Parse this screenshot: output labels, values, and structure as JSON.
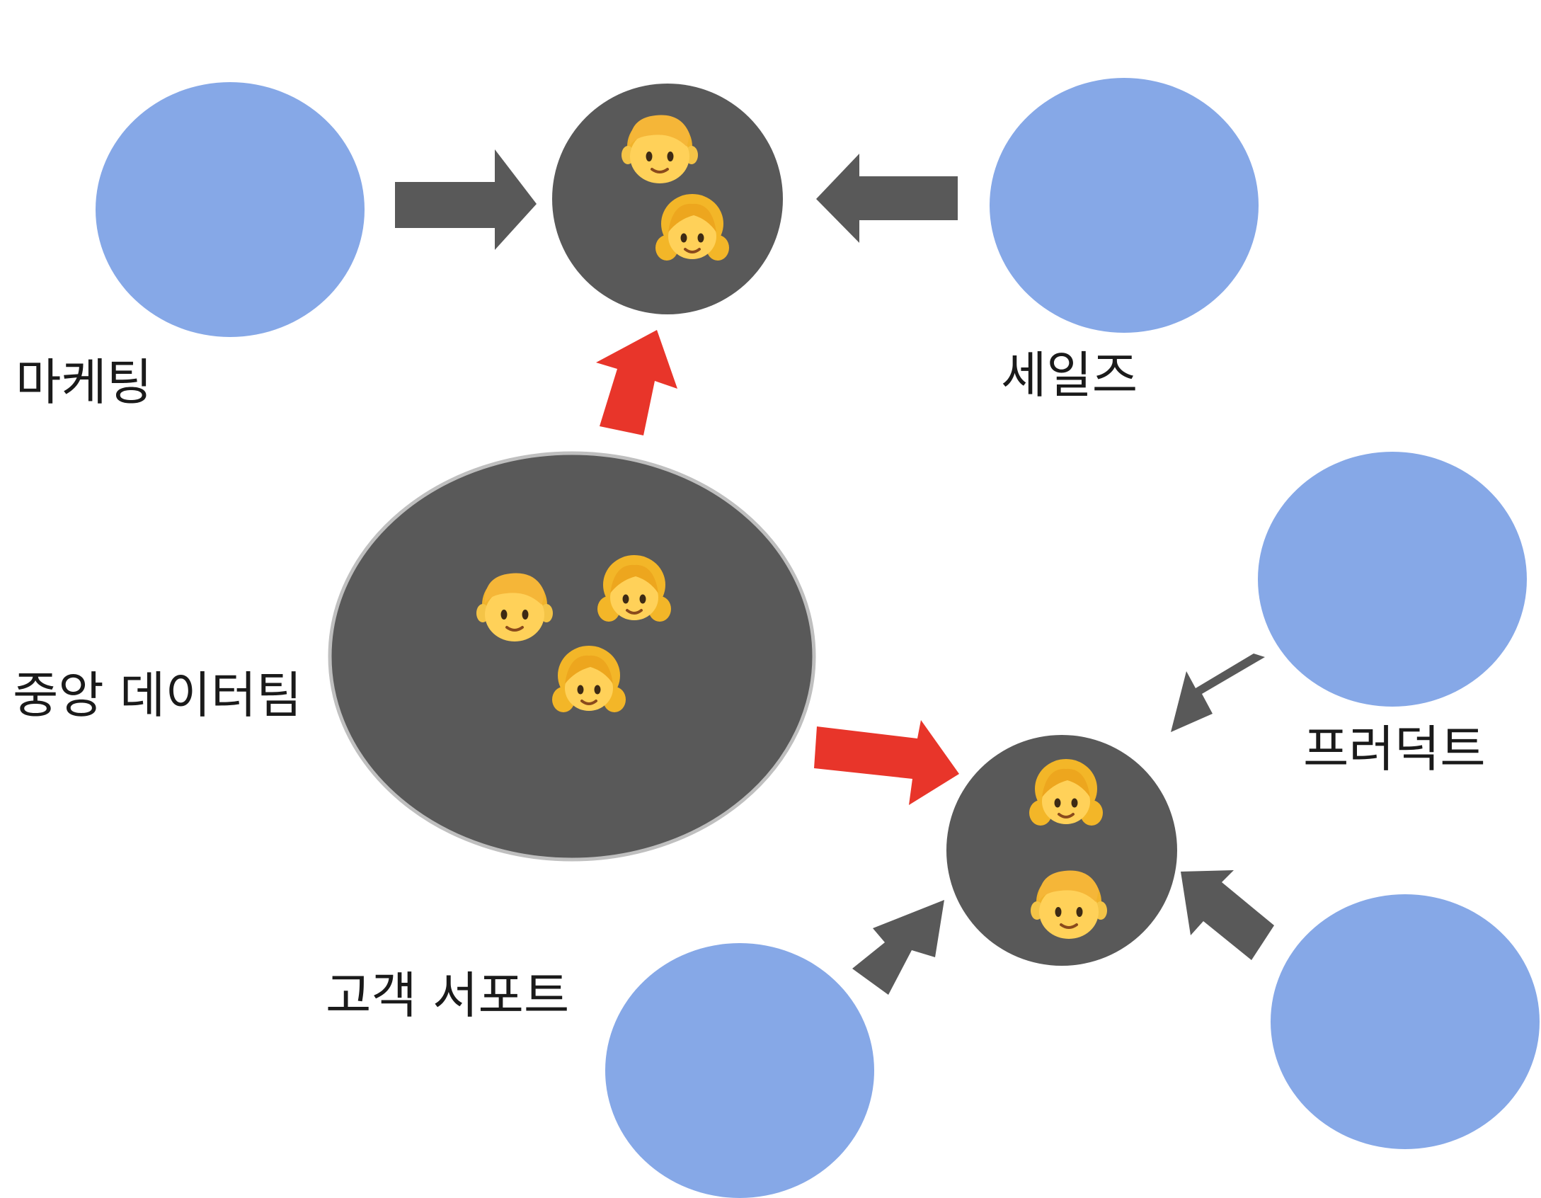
{
  "labels": {
    "marketing": "마케팅",
    "sales": "세일즈",
    "central_data_team": "중앙 데이터팀",
    "product": "프러덕트",
    "customer_support": "고객 서포트"
  },
  "colors": {
    "department_circle": "#86A8E7",
    "team_circle": "#595959",
    "central_circle_border": "#BFBFBF",
    "gray_arrow": "#595959",
    "red_arrow": "#E8352A",
    "background": "#FFFFFF"
  },
  "icons": {
    "boy": "boy-face-icon",
    "girl": "girl-face-icon"
  }
}
